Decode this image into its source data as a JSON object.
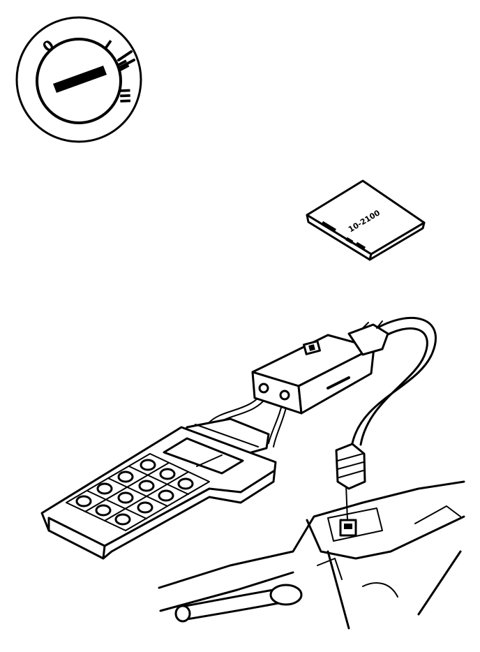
{
  "ignition": {
    "position_0": "0",
    "position_1": "I",
    "position_2": "II",
    "position_3": "III"
  },
  "cartridge": {
    "label": "10-2100"
  },
  "colors": {
    "ink": "#000000",
    "paper": "#ffffff"
  }
}
